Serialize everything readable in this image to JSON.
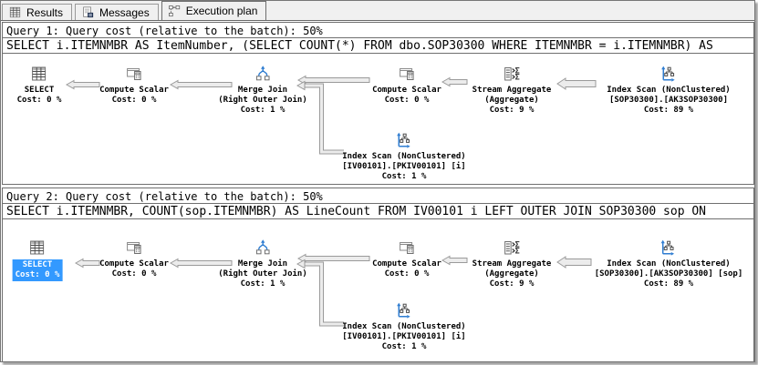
{
  "tabs": [
    {
      "label": "Results",
      "icon": "results-grid-icon",
      "active": false
    },
    {
      "label": "Messages",
      "icon": "messages-icon",
      "active": false
    },
    {
      "label": "Execution plan",
      "icon": "execution-plan-icon",
      "active": true
    }
  ],
  "colors": {
    "selection_background": "#3399ff",
    "selection_text": "#ffffff",
    "arrow_fill": "#ececec",
    "arrow_stroke": "#9a9a9a",
    "node_icon_blue": "#2f7dd1"
  },
  "queries": [
    {
      "header": "Query 1: Query cost (relative to the batch): 50%",
      "statement": "SELECT i.ITEMNMBR AS ItemNumber, (SELECT COUNT(*) FROM dbo.SOP30300 WHERE ITEMNMBR = i.ITEMNMBR) AS",
      "nodes": [
        {
          "icon": "result-grid-icon",
          "lines": [
            "SELECT",
            "Cost: 0 %"
          ]
        },
        {
          "icon": "compute-scalar-icon",
          "lines": [
            "Compute Scalar",
            "Cost: 0 %"
          ]
        },
        {
          "icon": "merge-join-icon",
          "lines": [
            "Merge Join",
            "(Right Outer Join)",
            "Cost: 1 %"
          ]
        },
        {
          "icon": "compute-scalar-icon",
          "lines": [
            "Compute Scalar",
            "Cost: 0 %"
          ]
        },
        {
          "icon": "stream-aggregate-icon",
          "lines": [
            "Stream Aggregate",
            "(Aggregate)",
            "Cost: 9 %"
          ]
        },
        {
          "icon": "index-scan-icon",
          "lines": [
            "Index Scan (NonClustered)",
            "[SOP30300].[AK3SOP30300]",
            "Cost: 89 %"
          ]
        },
        {
          "icon": "index-scan-icon",
          "lines": [
            "Index Scan (NonClustered)",
            "[IV00101].[PKIV00101] [i]",
            "Cost: 1 %"
          ]
        }
      ]
    },
    {
      "header": "Query 2: Query cost (relative to the batch): 50%",
      "statement": "SELECT i.ITEMNMBR, COUNT(sop.ITEMNMBR) AS LineCount FROM IV00101 i LEFT OUTER JOIN SOP30300 sop ON",
      "nodes": [
        {
          "icon": "result-grid-icon",
          "lines": [
            "SELECT",
            "Cost: 0 %"
          ],
          "selected": true
        },
        {
          "icon": "compute-scalar-icon",
          "lines": [
            "Compute Scalar",
            "Cost: 0 %"
          ]
        },
        {
          "icon": "merge-join-icon",
          "lines": [
            "Merge Join",
            "(Right Outer Join)",
            "Cost: 1 %"
          ]
        },
        {
          "icon": "compute-scalar-icon",
          "lines": [
            "Compute Scalar",
            "Cost: 0 %"
          ]
        },
        {
          "icon": "stream-aggregate-icon",
          "lines": [
            "Stream Aggregate",
            "(Aggregate)",
            "Cost: 9 %"
          ]
        },
        {
          "icon": "index-scan-icon",
          "lines": [
            "Index Scan (NonClustered)",
            "[SOP30300].[AK3SOP30300] [sop]",
            "Cost: 89 %"
          ]
        },
        {
          "icon": "index-scan-icon",
          "lines": [
            "Index Scan (NonClustered)",
            "[IV00101].[PKIV00101] [i]",
            "Cost: 1 %"
          ]
        }
      ]
    }
  ]
}
